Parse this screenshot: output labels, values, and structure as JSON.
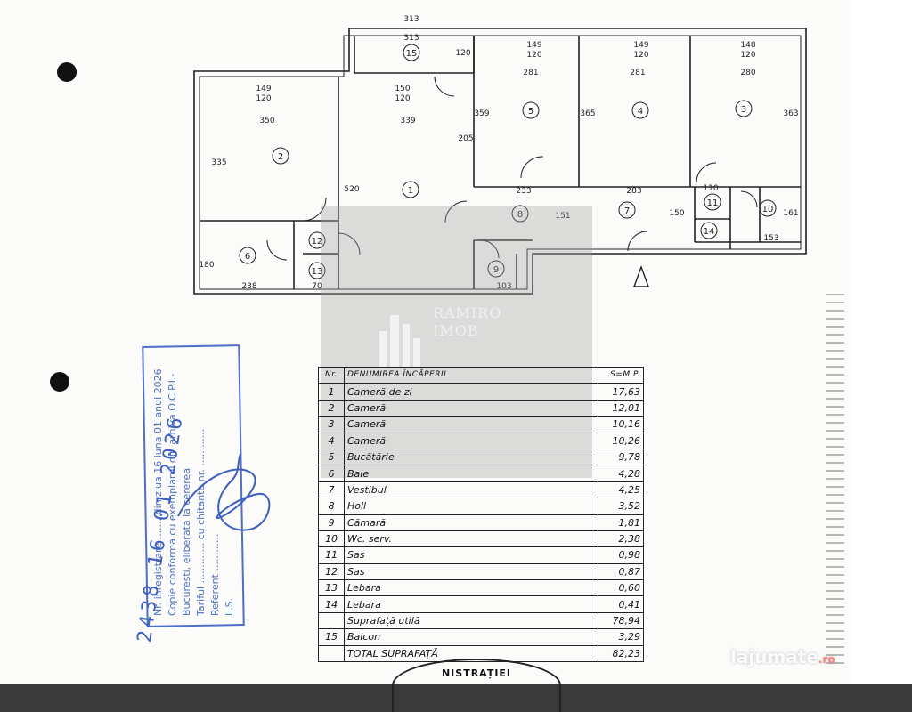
{
  "plan": {
    "dimensions": [
      {
        "t": "313"
      },
      {
        "t": "313"
      },
      {
        "t": "120"
      },
      {
        "t": "149"
      },
      {
        "t": "120"
      },
      {
        "t": "149"
      },
      {
        "t": "120"
      },
      {
        "t": "148"
      },
      {
        "t": "120"
      },
      {
        "t": "281"
      },
      {
        "t": "281"
      },
      {
        "t": "280"
      },
      {
        "t": "149"
      },
      {
        "t": "120"
      },
      {
        "t": "150"
      },
      {
        "t": "120"
      },
      {
        "t": "350"
      },
      {
        "t": "339"
      },
      {
        "t": "335"
      },
      {
        "t": "520"
      },
      {
        "t": "359"
      },
      {
        "t": "365"
      },
      {
        "t": "363"
      },
      {
        "t": "205"
      },
      {
        "t": "233"
      },
      {
        "t": "283"
      },
      {
        "t": "238"
      },
      {
        "t": "180"
      },
      {
        "t": "153"
      },
      {
        "t": "151"
      },
      {
        "t": "150"
      },
      {
        "t": "161"
      },
      {
        "t": "70"
      },
      {
        "t": "103"
      },
      {
        "t": "110"
      }
    ],
    "rooms": [
      "1",
      "2",
      "3",
      "4",
      "5",
      "6",
      "7",
      "8",
      "9",
      "10",
      "11",
      "12",
      "13",
      "14",
      "15"
    ]
  },
  "watermark": {
    "line1": "RAMIRO",
    "line2": "IMOB"
  },
  "table": {
    "header": {
      "nr": "Nr.",
      "name": "DENUMIREA ÎNCĂPERII",
      "area": "S=M.P."
    },
    "rows": [
      {
        "nr": "1",
        "name": "Cameră de zi",
        "area": "17,63"
      },
      {
        "nr": "2",
        "name": "Cameră",
        "area": "12,01"
      },
      {
        "nr": "3",
        "name": "Cameră",
        "area": "10,16"
      },
      {
        "nr": "4",
        "name": "Cameră",
        "area": "10,26"
      },
      {
        "nr": "5",
        "name": "Bucătărie",
        "area": "9,78"
      },
      {
        "nr": "6",
        "name": "Baie",
        "area": "4,28"
      },
      {
        "nr": "7",
        "name": "Vestibul",
        "area": "4,25"
      },
      {
        "nr": "8",
        "name": "Holl",
        "area": "3,52"
      },
      {
        "nr": "9",
        "name": "Cămară",
        "area": "1,81"
      },
      {
        "nr": "10",
        "name": "Wc. serv.",
        "area": "2,38"
      },
      {
        "nr": "11",
        "name": "Sas",
        "area": "0,98"
      },
      {
        "nr": "12",
        "name": "Sas",
        "area": "0,87"
      },
      {
        "nr": "13",
        "name": "Lebara",
        "area": "0,60"
      },
      {
        "nr": "14",
        "name": "Lebara",
        "area": "0,41"
      },
      {
        "nr": "",
        "name": "Suprafață utilă",
        "area": "78,94"
      },
      {
        "nr": "15",
        "name": "Balcon",
        "area": "3,29"
      },
      {
        "nr": "",
        "name": "TOTAL SUPRAFAȚĂ",
        "area": "82,23"
      }
    ]
  },
  "stamp": {
    "line1": "Nr. inregistrare ....... din ziua 16 luna 01 anul 2026",
    "line2": "Copie conforma cu exemplarul din arhiva O.C.P.I.-",
    "line3": "Bucuresti, eliberata la cererea",
    "line4": "Tariful ............. cu chitanta nr. ............",
    "line5": "Referent ............",
    "line6": "L.S.",
    "date": "2438 16 01 2026"
  },
  "footer_stamp": "NISTRAȚIEI",
  "site": {
    "name": "lajumate",
    "tld": ".ro"
  }
}
